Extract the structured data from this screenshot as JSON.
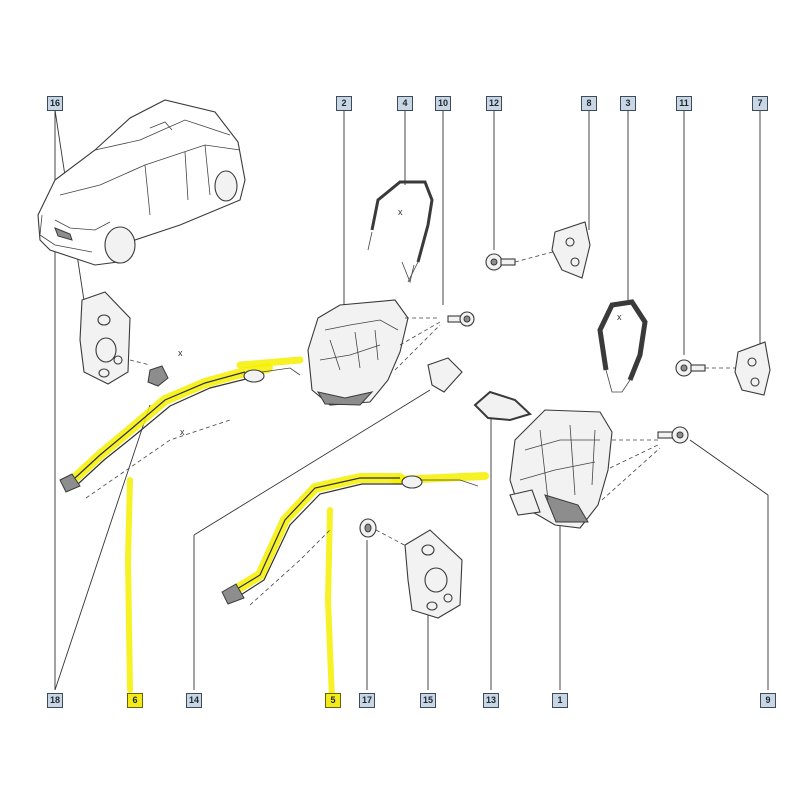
{
  "diagram": {
    "callouts": [
      {
        "id": "c16a",
        "label": "16",
        "highlighted": false
      },
      {
        "id": "c2",
        "label": "2",
        "highlighted": false
      },
      {
        "id": "c4",
        "label": "4",
        "highlighted": false
      },
      {
        "id": "c10",
        "label": "10",
        "highlighted": false
      },
      {
        "id": "c12",
        "label": "12",
        "highlighted": false
      },
      {
        "id": "c8",
        "label": "8",
        "highlighted": false
      },
      {
        "id": "c3",
        "label": "3",
        "highlighted": false
      },
      {
        "id": "c11",
        "label": "11",
        "highlighted": false
      },
      {
        "id": "c7",
        "label": "7",
        "highlighted": false
      },
      {
        "id": "c18",
        "label": "18",
        "highlighted": false
      },
      {
        "id": "c6",
        "label": "6",
        "highlighted": true
      },
      {
        "id": "c14",
        "label": "14",
        "highlighted": false
      },
      {
        "id": "c5",
        "label": "5",
        "highlighted": true
      },
      {
        "id": "c17",
        "label": "17",
        "highlighted": false
      },
      {
        "id": "c15",
        "label": "15",
        "highlighted": false
      },
      {
        "id": "c13",
        "label": "13",
        "highlighted": false
      },
      {
        "id": "c1",
        "label": "1",
        "highlighted": false
      },
      {
        "id": "c9",
        "label": "9",
        "highlighted": false
      }
    ],
    "dimension_marks": [
      "x",
      "x",
      "x",
      "x"
    ],
    "colors": {
      "highlight": "#f2ea1a",
      "callout_fill": "#c9d6e4",
      "callout_border": "#3c4a5c",
      "ink": "#333333"
    }
  }
}
